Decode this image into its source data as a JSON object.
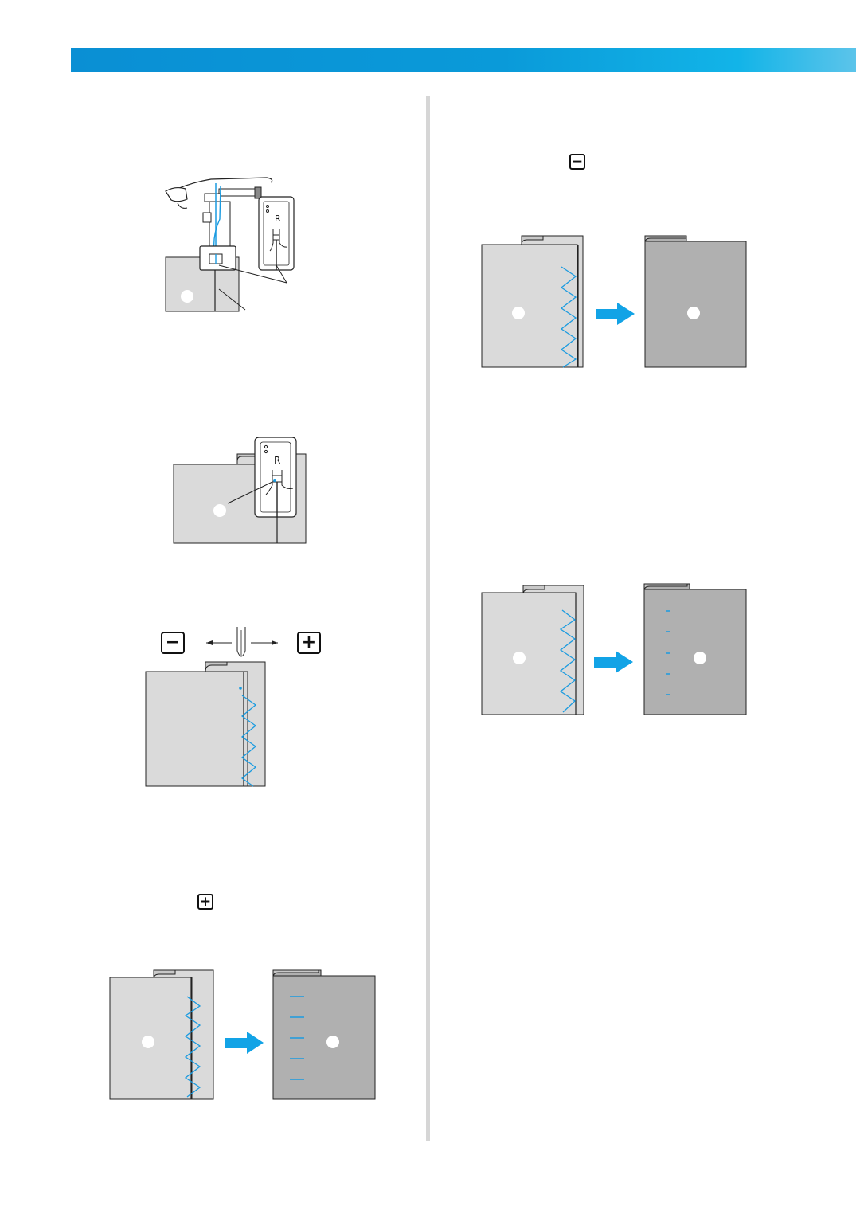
{
  "colors": {
    "header_gradient_start": "#0a8fd4",
    "header_gradient_end": "#5cc4ea",
    "fabric_light": "#dadada",
    "fabric_dark": "#b0b0b0",
    "thread_blue": "#1a9be0",
    "arrow_blue": "#12a3e6",
    "divider": "#d6d6d6"
  },
  "icons": {
    "minus_key": "−",
    "plus_key": "+",
    "minus_key_step": "−",
    "plus_key_step": "+",
    "minus_key_right": "−"
  },
  "figures": [
    {
      "id": "fig-presser-foot-attach",
      "icon": "presser-foot-r-icon"
    },
    {
      "id": "fig-foot-on-fabric",
      "icon": "presser-foot-r-icon"
    },
    {
      "id": "fig-needle-adjust",
      "icon": "needle-icon"
    },
    {
      "id": "fig-plus-result",
      "icon": "right-arrow-icon"
    },
    {
      "id": "fig-minus-result-top",
      "icon": "right-arrow-icon"
    },
    {
      "id": "fig-minus-result-bottom",
      "icon": "right-arrow-icon"
    }
  ]
}
